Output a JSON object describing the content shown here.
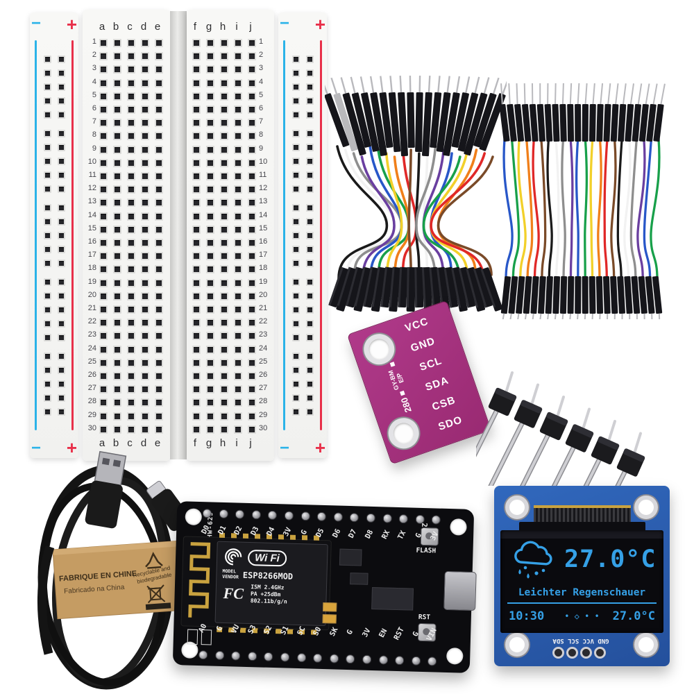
{
  "scene": {
    "background": "#ffffff"
  },
  "breadboard": {
    "left_columns": [
      "a",
      "b",
      "c",
      "d",
      "e"
    ],
    "right_columns": [
      "f",
      "g",
      "h",
      "i",
      "j"
    ],
    "row_start": 1,
    "row_end": 30,
    "minus": "−",
    "plus": "+",
    "colors": {
      "body": "#f5f5f3",
      "hole": "#26262a",
      "rail_blue": "#2bb3e8",
      "rail_red": "#e8304a",
      "divider": "#d6d6d4"
    }
  },
  "jumper_wires": {
    "palette": [
      "#1a1a1a",
      "#f2f2f2",
      "#8e8e8e",
      "#6a3fa0",
      "#2857c8",
      "#18a04a",
      "#f2d02a",
      "#f07f1a",
      "#e02828",
      "#7a4a28"
    ],
    "left_bundle_count": 20,
    "right_bundle_count": 22,
    "connector_color": "#15151a",
    "pin_color": "#b9b9bd"
  },
  "sensor_module": {
    "pins": [
      "VCC",
      "GND",
      "SCL",
      "SDA",
      "CSB",
      "SDO"
    ],
    "silk_1": "GY-BM",
    "silk_2": "E/P",
    "silk_3": "280",
    "board_color": "#a23280"
  },
  "pin_header": {
    "pin_count": 6,
    "housing_color": "#1b1b1e",
    "pin_color": "#cfcfd3"
  },
  "usb_cable": {
    "label_line1": "FABRIQUE EN CHINE",
    "label_line2": "Fabricado na China",
    "recycle_line1": "Recyclable and",
    "recycle_line2": "biodegradable",
    "band_color": "#c59c63",
    "cable_color": "#161616"
  },
  "nodemcu": {
    "silkscreen_left": "HW-625",
    "silkscreen_right": "2031",
    "wifi_logo": "Wi Fi",
    "model_label_1": "MODEL",
    "model_label_2": "VENDOR",
    "module_name": "ESP8266MOD",
    "fcc_mark": "FC",
    "spec_line1": "ISM 2.4GHz",
    "spec_line2": "PA  +25dBm",
    "spec_line3": "802.11b/g/n",
    "flash_button": "FLASH",
    "rst_button": "RST",
    "pins_top": [
      "D0",
      "D1",
      "D2",
      "D3",
      "D4",
      "3V",
      "G",
      "D5",
      "D6",
      "D7",
      "D8",
      "RX",
      "TX",
      "G",
      "3V"
    ],
    "pins_bottom": [
      "A0",
      "G",
      "VU",
      "S3",
      "S2",
      "S1",
      "SC",
      "S0",
      "SK",
      "G",
      "3V",
      "EN",
      "RST",
      "G",
      "VIN"
    ]
  },
  "oled": {
    "temperature": "27.0°C",
    "condition": "Leichter Regenschauer",
    "time": "10:30",
    "temperature_small": "27.0°C",
    "page_dots": "•  ◇  •  •",
    "pin_labels": "GND VCC SCL SDA",
    "accent": "#35a0e6",
    "pcb_color": "#2a5eb4"
  }
}
